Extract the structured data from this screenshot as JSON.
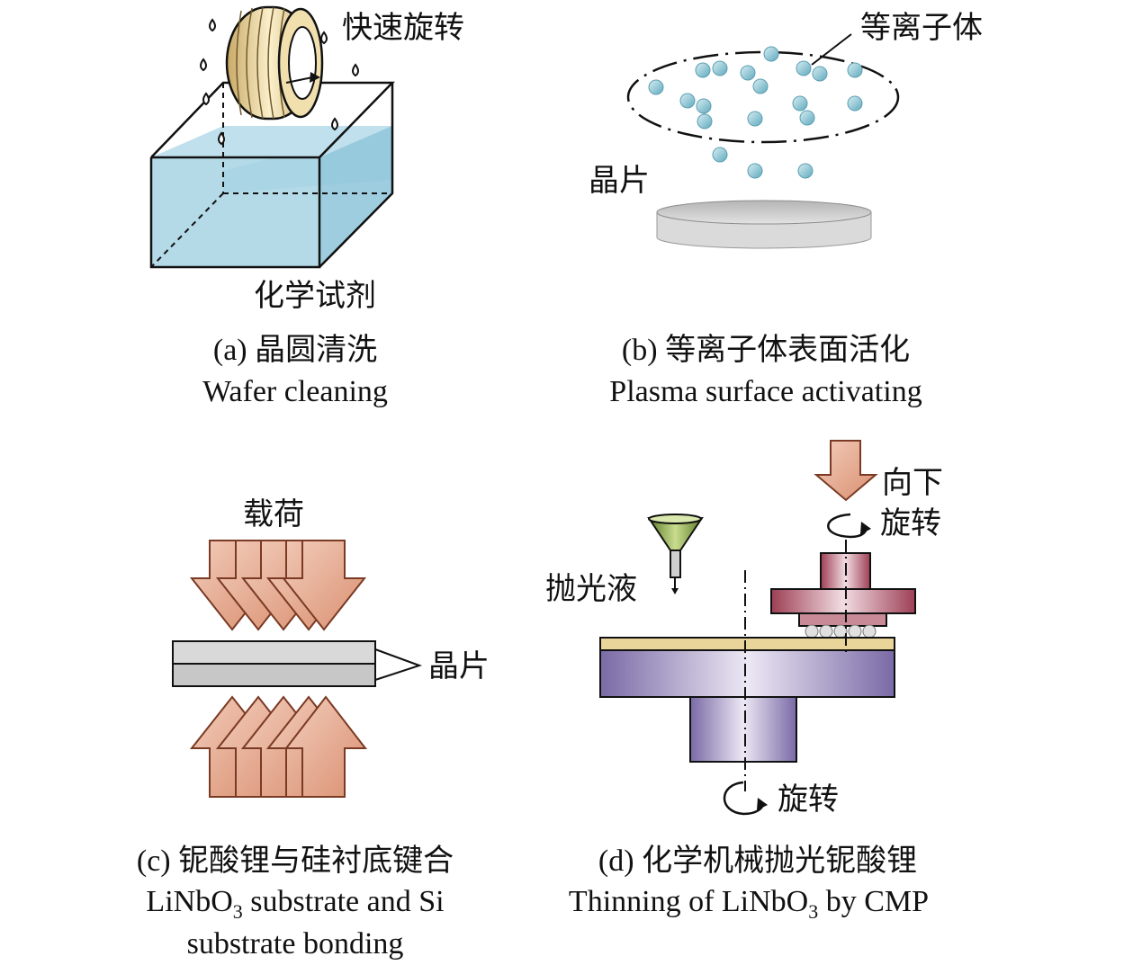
{
  "panel_a": {
    "label_spin": "快速旋转",
    "label_chemical": "化学试剂",
    "caption_cn": "(a) 晶圆清洗",
    "caption_en": "Wafer cleaning"
  },
  "panel_b": {
    "label_plasma": "等离子体",
    "label_wafer": "晶片",
    "caption_cn": "(b) 等离子体表面活化",
    "caption_en": "Plasma surface activating"
  },
  "panel_c": {
    "label_load": "载荷",
    "label_wafer": "晶片",
    "caption_cn": "(c) 铌酸锂与硅衬底键合",
    "caption_en_1a": "LiNbO",
    "caption_en_1sub": "3",
    "caption_en_1b": " substrate and Si",
    "caption_en_2": "substrate bonding"
  },
  "panel_d": {
    "label_down": "向下",
    "label_rotate_top": "旋转",
    "label_slurry": "抛光液",
    "label_rotate_bottom": "旋转",
    "caption_cn": "(d) 化学机械抛光铌酸锂",
    "caption_en_a": "Thinning of LiNbO",
    "caption_en_sub": "3",
    "caption_en_b": " by CMP"
  },
  "colors": {
    "water": "#a7d3e4",
    "plasma_particle": "#7bbccc",
    "wafer_disk": "#c9c9c9",
    "arrow_fill": "#e7b59e",
    "arrow_stroke": "#7a3a24",
    "chuck": "#b9556a",
    "platen": "#8f80b4",
    "pad": "#e9d49a",
    "funnel": "#7b9a3c"
  }
}
